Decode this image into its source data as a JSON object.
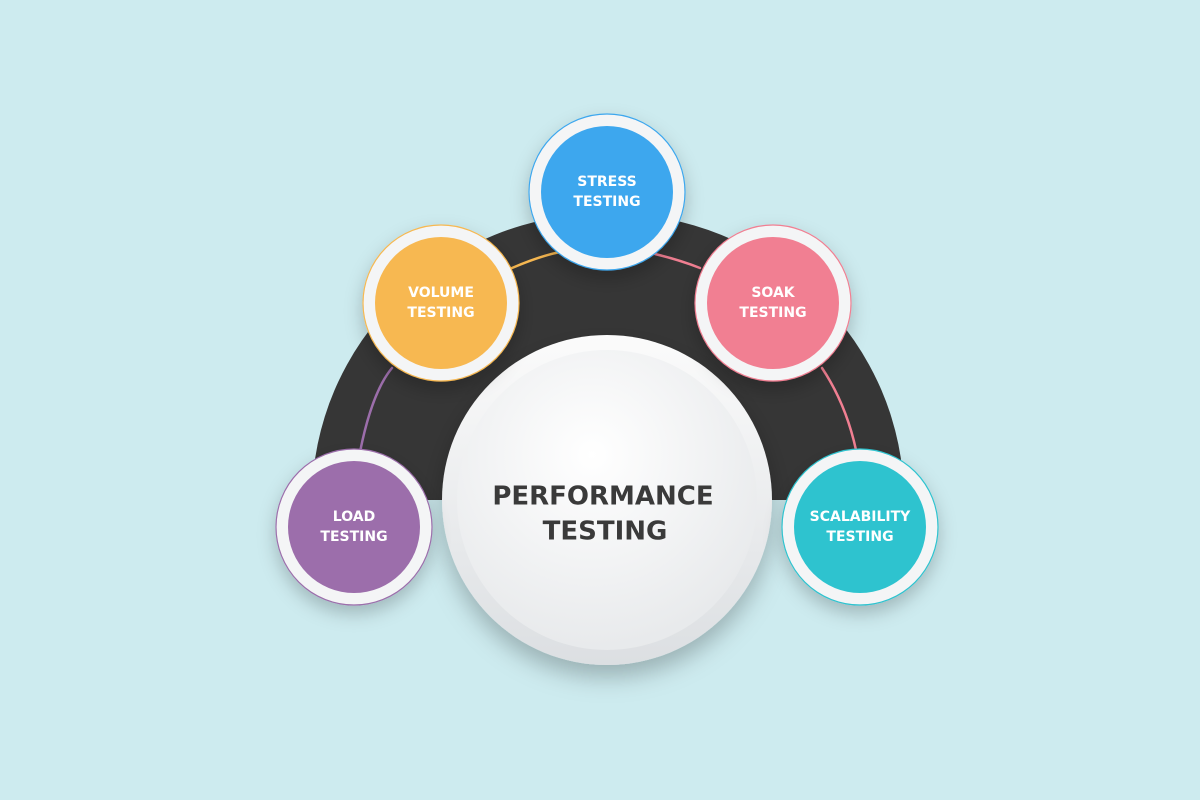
{
  "center": {
    "line1": "PERFORMANCE",
    "line2": "TESTING"
  },
  "nodes": [
    {
      "id": "load",
      "line1": "LOAD",
      "line2": "TESTING",
      "color": "#9c6eab"
    },
    {
      "id": "volume",
      "line1": "VOLUME",
      "line2": "TESTING",
      "color": "#f7b851"
    },
    {
      "id": "stress",
      "line1": "STRESS",
      "line2": "TESTING",
      "color": "#3da7ee"
    },
    {
      "id": "soak",
      "line1": "SOAK",
      "line2": "TESTING",
      "color": "#f17f92"
    },
    {
      "id": "scalability",
      "line1": "SCALABILITY",
      "line2": "TESTING",
      "color": "#2ec3cf"
    }
  ],
  "colors": {
    "background": "#cdebef",
    "arc": "#363636",
    "center_fill": "#f1f2f3"
  }
}
